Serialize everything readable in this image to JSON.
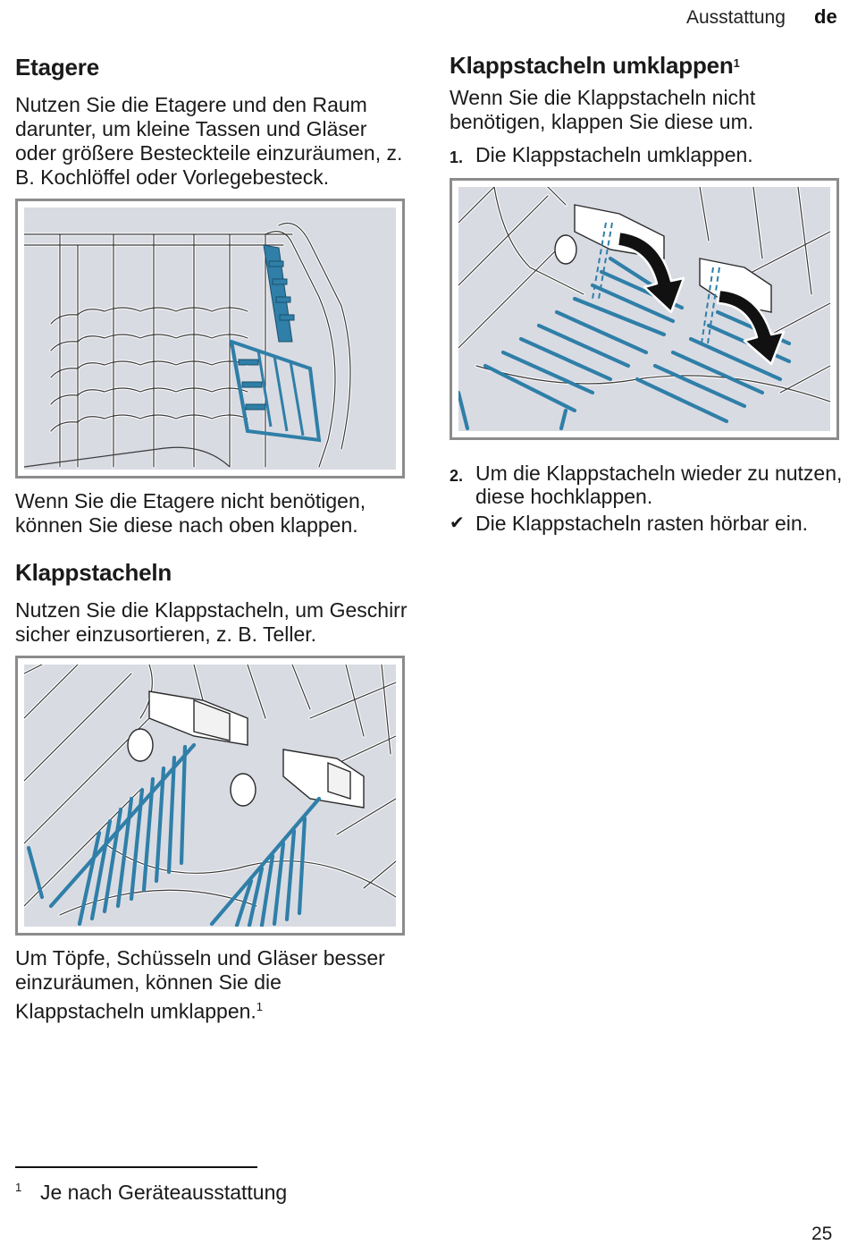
{
  "header": {
    "section": "Ausstattung",
    "lang": "de"
  },
  "left": {
    "etagere": {
      "heading": "Etagere",
      "intro": "Nutzen Sie die Etagere und den Raum darunter, um kleine Tassen und Gläser oder größere Besteckteile einzuräumen, z. B. Kochlöffel oder Vorlegebesteck.",
      "after": "Wenn Sie die Etagere nicht benötigen, können Sie diese nach oben klappen."
    },
    "klappstacheln": {
      "heading": "Klappstacheln",
      "intro": "Nutzen Sie die Klappstacheln, um Geschirr sicher einzusortieren, z. B. Teller.",
      "after": "Um Töpfe, Schüsseln und Gläser besser einzuräumen, können Sie die Klappstacheln umklappen.",
      "after_sup": "1"
    }
  },
  "right": {
    "heading": "Klappstacheln umklappen",
    "heading_sup": "1",
    "intro": "Wenn Sie die Klappstacheln nicht benötigen, klappen Sie diese um.",
    "steps": [
      {
        "num": "1.",
        "text": "Die Klappstacheln umklappen."
      },
      {
        "num": "2.",
        "text": "Um die Klappstacheln wieder zu nutzen, diese hochklappen."
      }
    ],
    "result": "Die Klappstacheln rasten hörbar ein.",
    "result_icon": "check-icon"
  },
  "footnote": {
    "mark": "1",
    "text": "Je nach Geräteausstattung"
  },
  "page_number": "25",
  "colors": {
    "illustration_bg": "#d9dbe3",
    "spike_blue": "#2f7fa8",
    "frame_gray": "#8c8c8c"
  }
}
